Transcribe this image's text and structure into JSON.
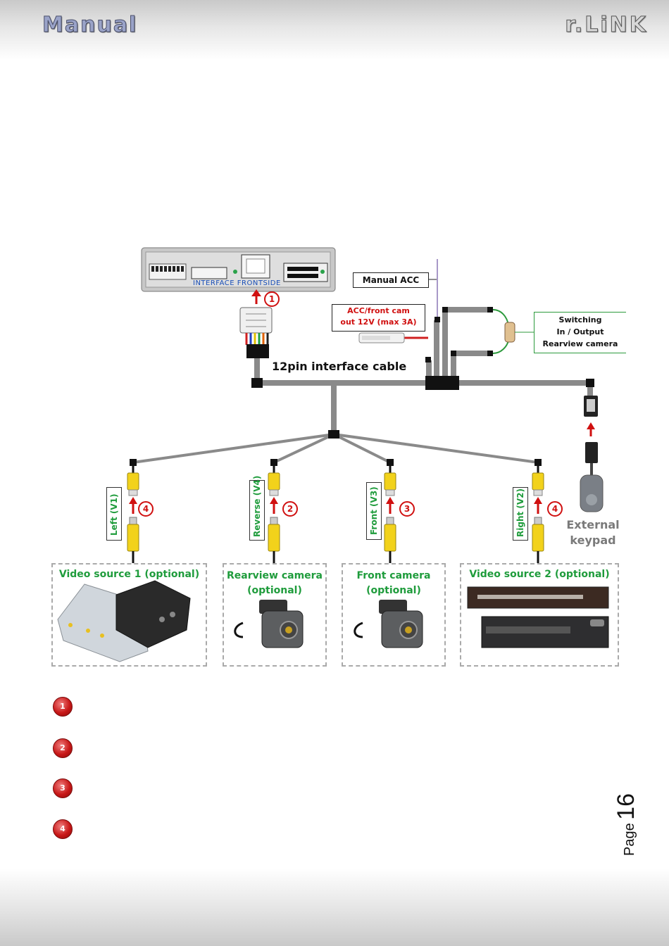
{
  "header": {
    "left_logo": "Manual",
    "right_logo": "r.LiNK"
  },
  "interface": {
    "front_label": "INTERFACE FRONTSIDE",
    "marker": "1"
  },
  "cable_label": "12pin interface cable",
  "labels": {
    "manual_acc": "Manual ACC",
    "acc_front_cam_line1": "ACC/front cam",
    "acc_front_cam_line2": "out  12V (max 3A)",
    "switching_line1": "Switching",
    "switching_line2": "In / Output",
    "switching_line3": "Rearview camera",
    "keypad_line1": "External",
    "keypad_line2": "keypad"
  },
  "inputs": [
    {
      "label": "Left (V1)",
      "marker": "4"
    },
    {
      "label": "Reverse (V4)",
      "marker": "2"
    },
    {
      "label": "Front  (V3)",
      "marker": "3"
    },
    {
      "label": "Right  (V2)",
      "marker": "4"
    }
  ],
  "sources": [
    {
      "line1": "Video source 1 (optional)",
      "line2": ""
    },
    {
      "line1": "Rearview camera",
      "line2": "(optional)"
    },
    {
      "line1": "Front camera",
      "line2": "(optional)"
    },
    {
      "line1": "Video source 2 (optional)",
      "line2": ""
    }
  ],
  "legend": [
    "1",
    "2",
    "3",
    "4"
  ],
  "page": {
    "word": "Page",
    "number": "16"
  },
  "colors": {
    "cable": "#8a8a8a",
    "connector": "#111111",
    "rca_yellow": "#f2d21b",
    "arrow_red": "#d01010",
    "caption_green": "#1f9c3c"
  }
}
